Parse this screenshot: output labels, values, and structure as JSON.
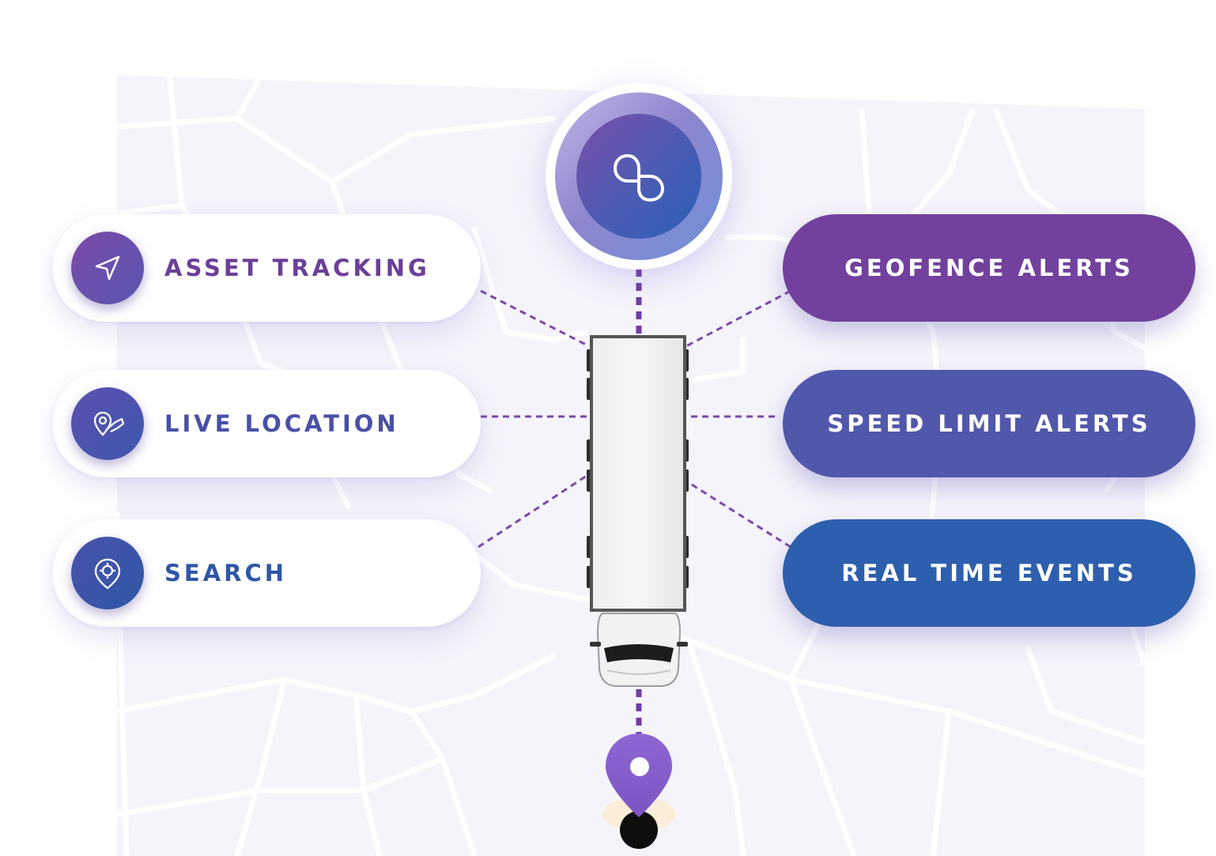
{
  "colors": {
    "map_background": "#f5f4fb",
    "road": "#ffffff",
    "connector": "#7a4aa8",
    "left_label_purple": "#6c3f99",
    "left_label_blue": "#2f57a6",
    "right_purple": "#72419d",
    "right_indigo": "#5158ab",
    "right_blue": "#2e5fae",
    "pin": "#8a63cf"
  },
  "hub": {
    "icon": "infinity-logo-icon"
  },
  "left_features": [
    {
      "label": "ASSET TRACKING",
      "icon": "navigation-arrow-icon",
      "color": "#6c3f99"
    },
    {
      "label": "LIVE LOCATION",
      "icon": "hand-location-icon",
      "color": "#4a4fa6"
    },
    {
      "label": "SEARCH",
      "icon": "location-target-icon",
      "color": "#2f57a6"
    }
  ],
  "right_features": [
    {
      "label": "GEOFENCE ALERTS",
      "color": "#72419d"
    },
    {
      "label": "SPEED LIMIT ALERTS",
      "color": "#5158ab"
    },
    {
      "label": "REAL TIME EVENTS",
      "color": "#2e5fae"
    }
  ],
  "vehicle": {
    "icon": "truck-top-view-icon"
  },
  "destination": {
    "icon": "map-pin-icon"
  }
}
